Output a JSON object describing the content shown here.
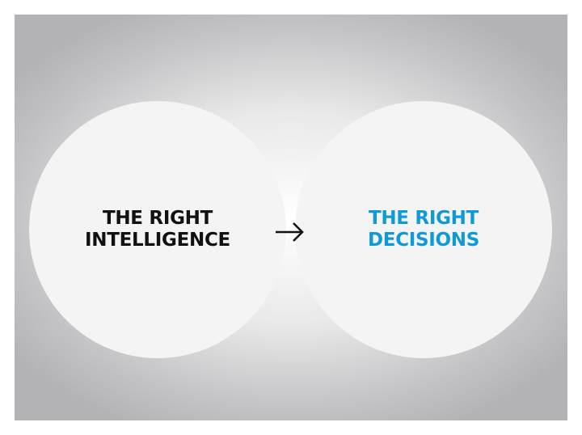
{
  "diagram": {
    "left_node": {
      "lines": [
        "THE RIGHT",
        "INTELLIGENCE"
      ],
      "color": "#111111"
    },
    "right_node": {
      "lines": [
        "THE RIGHT",
        "DECISIONS"
      ],
      "color": "#0f9ad6"
    },
    "connector": {
      "icon": "arrow-right-icon",
      "color": "#111111"
    },
    "background": {
      "outer": "#b3b3b6",
      "center": "#ffffff",
      "circle_fill": "#f4f4f4"
    }
  }
}
